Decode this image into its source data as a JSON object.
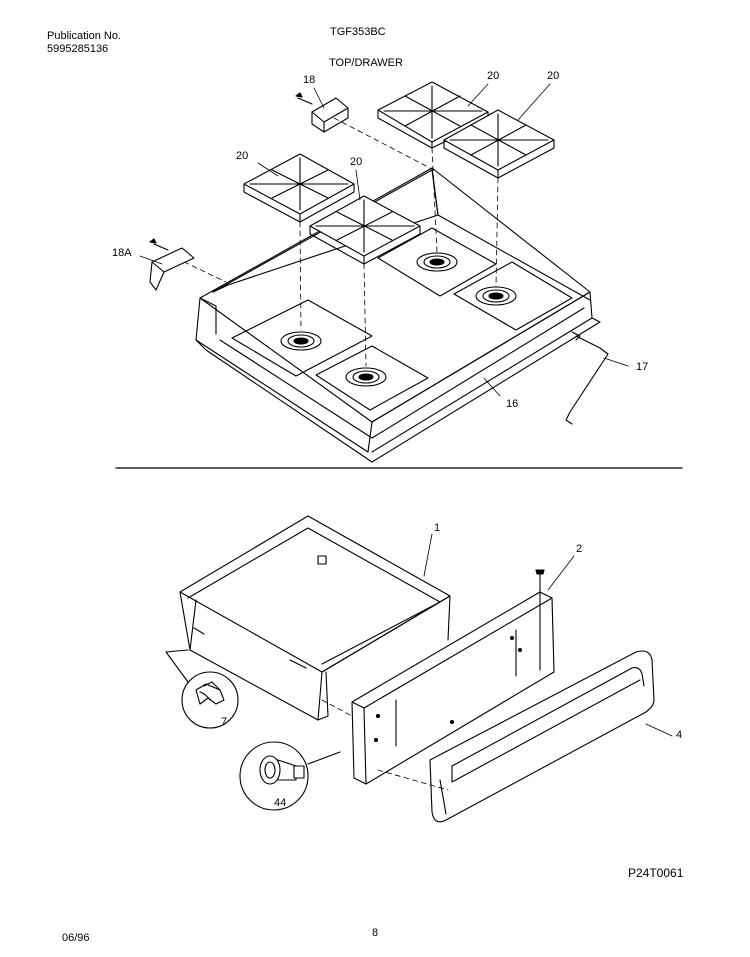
{
  "header": {
    "publication_label": "Publication No.",
    "publication_number": "5995285136",
    "model": "TGF353BC",
    "section_title": "TOP/DRAWER"
  },
  "callouts": {
    "grate_a": "20",
    "grate_b": "20",
    "grate_c": "20",
    "grate_d": "20",
    "bracket_right": "18",
    "bracket_left": "18A",
    "cooktop": "16",
    "lift_rod": "17",
    "drawer_body": "1",
    "drawer_screw": "2",
    "drawer_front": "4",
    "drawer_clip": "7",
    "drawer_roller": "44"
  },
  "footer": {
    "figure_code": "P24T0061",
    "date": "06/96",
    "page_number": "8"
  }
}
